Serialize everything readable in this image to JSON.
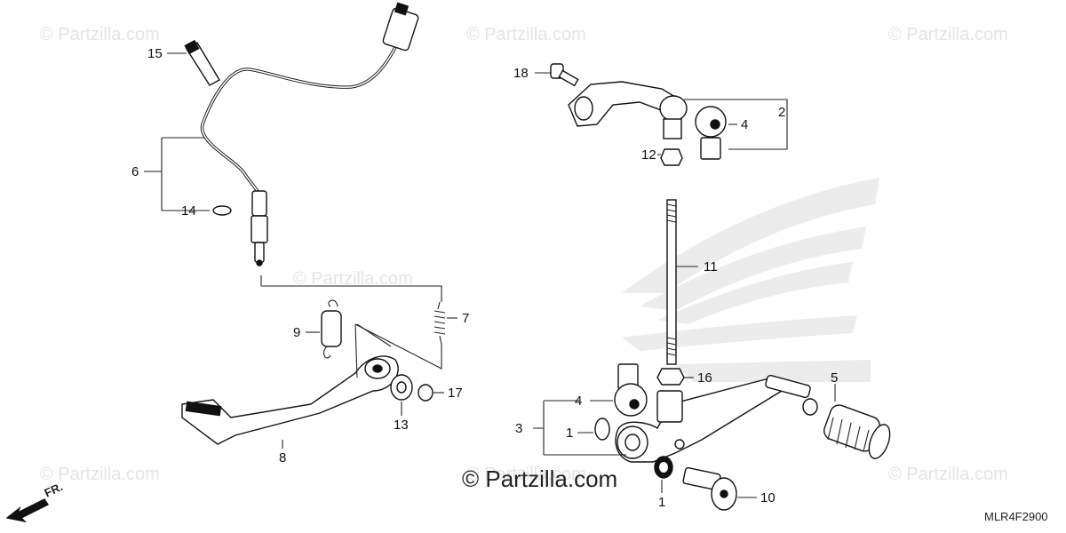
{
  "watermarks": [
    "© Partzilla.com",
    "© Partzilla.com",
    "© Partzilla.com",
    "© Partzilla.com",
    "© Partzilla.com",
    "© Partzilla.com",
    "© Partzilla.com"
  ],
  "copyright": "© Partzilla.com",
  "diagram_code": "MLR4F2900",
  "direction_label": "FR.",
  "callouts": {
    "c1a": "1",
    "c1b": "1",
    "c2": "2",
    "c3": "3",
    "c4a": "4",
    "c4b": "4",
    "c5": "5",
    "c6": "6",
    "c7": "7",
    "c8": "8",
    "c9": "9",
    "c10": "10",
    "c11": "11",
    "c12": "12",
    "c13": "13",
    "c14": "14",
    "c15": "15",
    "c16": "16",
    "c17": "17",
    "c18": "18"
  }
}
